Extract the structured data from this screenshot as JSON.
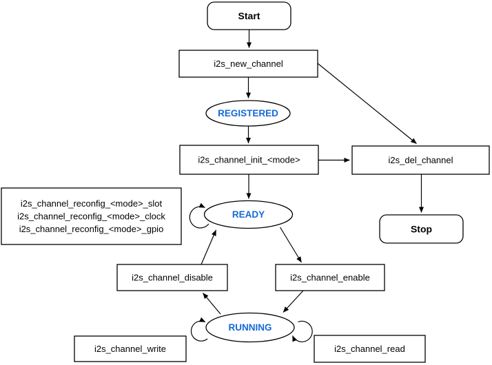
{
  "diagram": {
    "type": "state-flow-diagram",
    "colors": {
      "state_text": "#1569D6",
      "line": "#000000",
      "node_fill": "#ffffff",
      "background": "#ffffff"
    },
    "nodes": {
      "start": {
        "label": "Start"
      },
      "new_channel": {
        "label": "i2s_new_channel"
      },
      "registered": {
        "label": "REGISTERED"
      },
      "init": {
        "label": "i2s_channel_init_<mode>"
      },
      "del_channel": {
        "label": "i2s_del_channel"
      },
      "stop": {
        "label": "Stop"
      },
      "ready": {
        "label": "READY"
      },
      "reconfig": {
        "lines": [
          "i2s_channel_reconfig_<mode>_slot",
          "i2s_channel_reconfig_<mode>_clock",
          "i2s_channel_reconfig_<mode>_gpio"
        ]
      },
      "disable": {
        "label": "i2s_channel_disable"
      },
      "enable": {
        "label": "i2s_channel_enable"
      },
      "running": {
        "label": "RUNNING"
      },
      "write": {
        "label": "i2s_channel_write"
      },
      "read": {
        "label": "i2s_channel_read"
      }
    }
  }
}
